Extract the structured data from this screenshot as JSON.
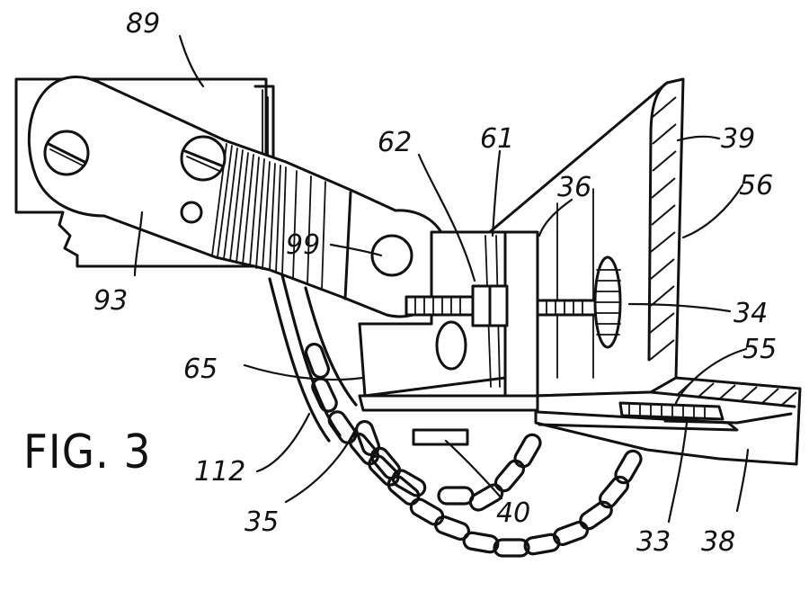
{
  "figure": {
    "title": "FIG. 3"
  },
  "labels": {
    "l89": "89",
    "l93": "93",
    "l99": "99",
    "l62": "62",
    "l61": "61",
    "l36": "36",
    "l39": "39",
    "l56": "56",
    "l34": "34",
    "l55": "55",
    "l65": "65",
    "l112": "112",
    "l35": "35",
    "l40": "40",
    "l33": "33",
    "l38": "38"
  }
}
